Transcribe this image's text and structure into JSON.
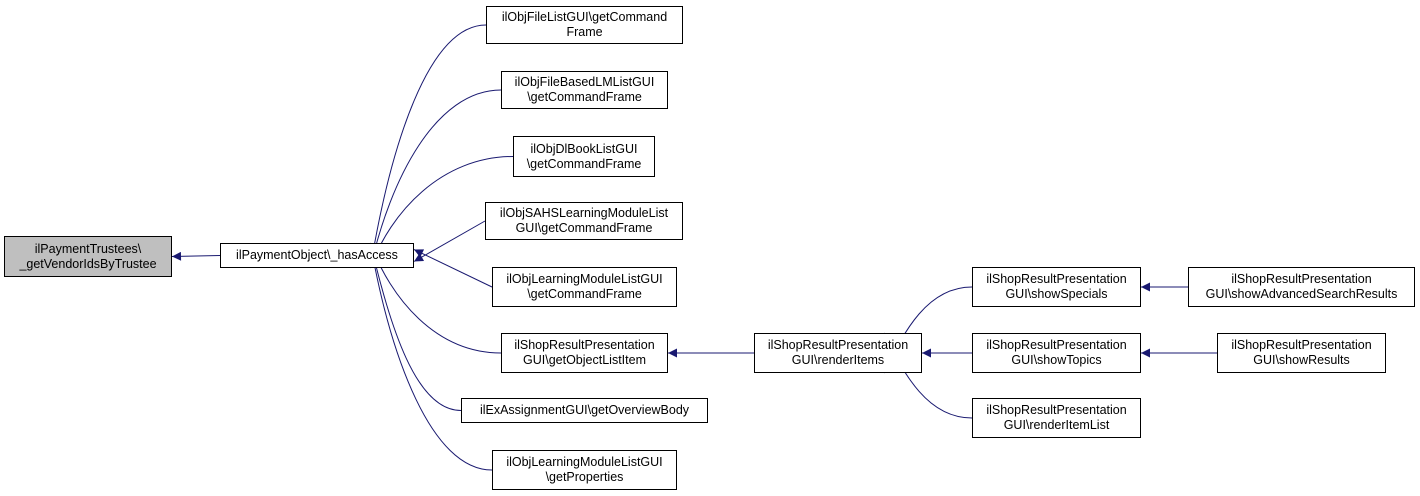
{
  "colors": {
    "edge": "#191970",
    "root_fill": "#bfbfbf",
    "node_fill": "#ffffff",
    "border": "#000000"
  },
  "nodes": {
    "root": {
      "lines": [
        "ilPaymentTrustees\\",
        "_getVendorIdsByTrustee"
      ]
    },
    "has_access": {
      "lines": [
        "ilPaymentObject\\_hasAccess"
      ]
    },
    "file_list": {
      "lines": [
        "ilObjFileListGUI\\getCommand",
        "Frame"
      ]
    },
    "file_based_lm": {
      "lines": [
        "ilObjFileBasedLMListGUI",
        "\\getCommandFrame"
      ]
    },
    "dl_book": {
      "lines": [
        "ilObjDlBookListGUI",
        "\\getCommandFrame"
      ]
    },
    "sahs": {
      "lines": [
        "ilObjSAHSLearningModuleList",
        "GUI\\getCommandFrame"
      ]
    },
    "lm_list_cmd": {
      "lines": [
        "ilObjLearningModuleListGUI",
        "\\getCommandFrame"
      ]
    },
    "shop_object_item": {
      "lines": [
        "ilShopResultPresentation",
        "GUI\\getObjectListItem"
      ]
    },
    "ex_assignment": {
      "lines": [
        "ilExAssignmentGUI\\getOverviewBody"
      ]
    },
    "lm_list_props": {
      "lines": [
        "ilObjLearningModuleListGUI",
        "\\getProperties"
      ]
    },
    "render_items": {
      "lines": [
        "ilShopResultPresentation",
        "GUI\\renderItems"
      ]
    },
    "show_specials": {
      "lines": [
        "ilShopResultPresentation",
        "GUI\\showSpecials"
      ]
    },
    "show_topics": {
      "lines": [
        "ilShopResultPresentation",
        "GUI\\showTopics"
      ]
    },
    "render_item_list": {
      "lines": [
        "ilShopResultPresentation",
        "GUI\\renderItemList"
      ]
    },
    "show_adv_search": {
      "lines": [
        "ilShopResultPresentation",
        "GUI\\showAdvancedSearchResults"
      ]
    },
    "show_results": {
      "lines": [
        "ilShopResultPresentation",
        "GUI\\showResults"
      ]
    }
  },
  "edges": [
    {
      "from": "has_access",
      "to": "root"
    },
    {
      "from": "file_list",
      "to": "has_access"
    },
    {
      "from": "file_based_lm",
      "to": "has_access"
    },
    {
      "from": "dl_book",
      "to": "has_access"
    },
    {
      "from": "sahs",
      "to": "has_access"
    },
    {
      "from": "lm_list_cmd",
      "to": "has_access"
    },
    {
      "from": "shop_object_item",
      "to": "has_access"
    },
    {
      "from": "ex_assignment",
      "to": "has_access"
    },
    {
      "from": "lm_list_props",
      "to": "has_access"
    },
    {
      "from": "render_items",
      "to": "shop_object_item"
    },
    {
      "from": "show_specials",
      "to": "render_items"
    },
    {
      "from": "show_topics",
      "to": "render_items"
    },
    {
      "from": "render_item_list",
      "to": "render_items"
    },
    {
      "from": "show_adv_search",
      "to": "show_specials"
    },
    {
      "from": "show_results",
      "to": "show_topics"
    }
  ]
}
